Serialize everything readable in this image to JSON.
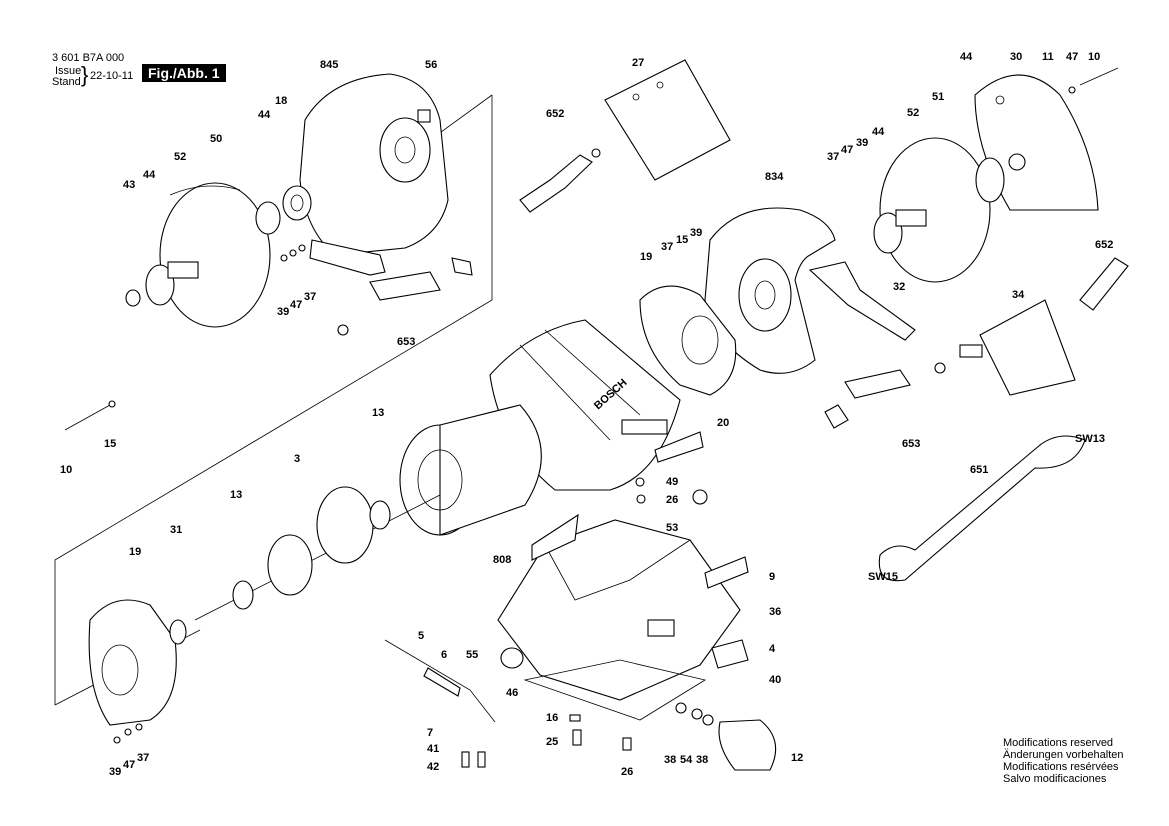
{
  "header": {
    "doc_number": "3 601 B7A 000",
    "issue_label_1": "Issue",
    "issue_label_2": "Stand",
    "date": "22-10-11",
    "figure": "Fig./Abb. 1"
  },
  "notes": [
    "Modifications reserved",
    "Änderungen vorbehalten",
    "Modifications resérvées",
    "Salvo modificaciones"
  ],
  "brand_text": "BOSCH",
  "parts": [
    {
      "id": "p845",
      "text": "845"
    },
    {
      "id": "p56",
      "text": "56"
    },
    {
      "id": "p50",
      "text": "50"
    },
    {
      "id": "p44a",
      "text": "44"
    },
    {
      "id": "p18",
      "text": "18"
    },
    {
      "id": "p43",
      "text": "43"
    },
    {
      "id": "p44b",
      "text": "44"
    },
    {
      "id": "p52a",
      "text": "52"
    },
    {
      "id": "p39a",
      "text": "39"
    },
    {
      "id": "p47a",
      "text": "47"
    },
    {
      "id": "p37a",
      "text": "37"
    },
    {
      "id": "p653a",
      "text": "653"
    },
    {
      "id": "p27",
      "text": "27"
    },
    {
      "id": "p652a",
      "text": "652"
    },
    {
      "id": "p44c",
      "text": "44"
    },
    {
      "id": "p30",
      "text": "30"
    },
    {
      "id": "p11",
      "text": "11"
    },
    {
      "id": "p47b",
      "text": "47"
    },
    {
      "id": "p10a",
      "text": "10"
    },
    {
      "id": "p52b",
      "text": "52"
    },
    {
      "id": "p51",
      "text": "51"
    },
    {
      "id": "p37b",
      "text": "37"
    },
    {
      "id": "p47c",
      "text": "47"
    },
    {
      "id": "p39b",
      "text": "39"
    },
    {
      "id": "p44d",
      "text": "44"
    },
    {
      "id": "p834",
      "text": "834"
    },
    {
      "id": "p37c",
      "text": "37"
    },
    {
      "id": "p15a",
      "text": "15"
    },
    {
      "id": "p39c",
      "text": "39"
    },
    {
      "id": "p19a",
      "text": "19"
    },
    {
      "id": "p652b",
      "text": "652"
    },
    {
      "id": "p32",
      "text": "32"
    },
    {
      "id": "p34",
      "text": "34"
    },
    {
      "id": "p653b",
      "text": "653"
    },
    {
      "id": "p15b",
      "text": "15"
    },
    {
      "id": "p10b",
      "text": "10"
    },
    {
      "id": "p13a",
      "text": "13"
    },
    {
      "id": "p20",
      "text": "20"
    },
    {
      "id": "sw13",
      "text": "SW13"
    },
    {
      "id": "p3",
      "text": "3"
    },
    {
      "id": "p49",
      "text": "49"
    },
    {
      "id": "p26a",
      "text": "26"
    },
    {
      "id": "p651",
      "text": "651"
    },
    {
      "id": "p13b",
      "text": "13"
    },
    {
      "id": "p53",
      "text": "53"
    },
    {
      "id": "p808",
      "text": "808"
    },
    {
      "id": "p9",
      "text": "9"
    },
    {
      "id": "sw15",
      "text": "SW15"
    },
    {
      "id": "p19b",
      "text": "19"
    },
    {
      "id": "p31",
      "text": "31"
    },
    {
      "id": "p36",
      "text": "36"
    },
    {
      "id": "p5",
      "text": "5"
    },
    {
      "id": "p6",
      "text": "6"
    },
    {
      "id": "p55",
      "text": "55"
    },
    {
      "id": "p4",
      "text": "4"
    },
    {
      "id": "p46",
      "text": "46"
    },
    {
      "id": "p40",
      "text": "40"
    },
    {
      "id": "p16",
      "text": "16"
    },
    {
      "id": "p7",
      "text": "7"
    },
    {
      "id": "p25",
      "text": "25"
    },
    {
      "id": "p41",
      "text": "41"
    },
    {
      "id": "p42",
      "text": "42"
    },
    {
      "id": "p26b",
      "text": "26"
    },
    {
      "id": "p39d",
      "text": "39"
    },
    {
      "id": "p47d",
      "text": "47"
    },
    {
      "id": "p37d",
      "text": "37"
    },
    {
      "id": "p38a",
      "text": "38"
    },
    {
      "id": "p54",
      "text": "54"
    },
    {
      "id": "p38b",
      "text": "38"
    },
    {
      "id": "p12",
      "text": "12"
    }
  ]
}
